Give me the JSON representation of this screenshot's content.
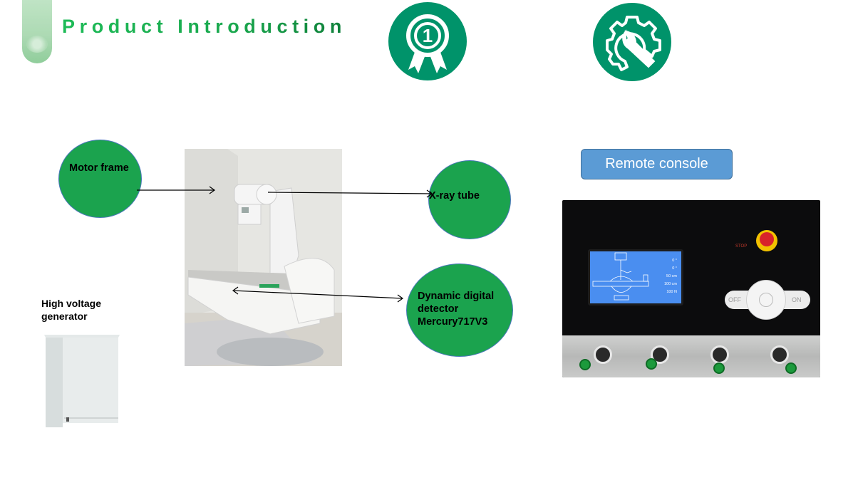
{
  "header": {
    "title": "Product Introduction",
    "icons": [
      "award-ribbon-icon",
      "gear-wrench-icon"
    ],
    "badge_number": "1"
  },
  "diagram": {
    "callouts": [
      {
        "id": "motor-frame",
        "label": "Motor frame"
      },
      {
        "id": "x-ray-tube",
        "label": "X-ray tube"
      },
      {
        "id": "detector",
        "label_lines": [
          "Dynamic digital",
          "detector",
          "Mercury717V3"
        ]
      }
    ],
    "generator": {
      "label_lines": [
        "High voltage",
        "generator"
      ]
    }
  },
  "console": {
    "title": "Remote console",
    "lcd_values": [
      "0 °",
      "0 °",
      "50 cm",
      "100 cm",
      "100 N"
    ],
    "stop_label": "STOP",
    "pad": {
      "off": "OFF",
      "on": "ON"
    }
  },
  "colors": {
    "title_green": "#1dbb57",
    "badge_green": "#00936a",
    "bubble_green": "#1ba34e",
    "button_blue": "#5b9bd5"
  }
}
